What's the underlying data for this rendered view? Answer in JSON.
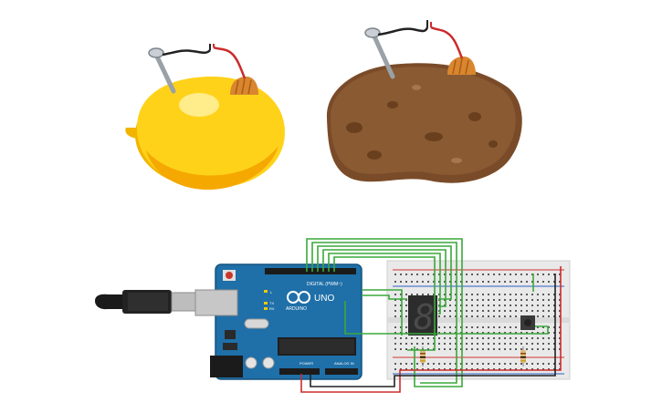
{
  "board": {
    "logo_text": "UNO",
    "brand_text": "ARDUINO",
    "digital_label": "DIGITAL (PWM~)",
    "power_label": "POWER",
    "analog_label": "ANALOG IN",
    "tx_label": "TX",
    "rx_label": "RX",
    "l_label": "L"
  },
  "display": {
    "digit": "8"
  },
  "colors": {
    "wire_green": "#3aa83a",
    "wire_red": "#cc2b2b",
    "wire_black": "#222222",
    "board_blue": "#1f6fa8",
    "lemon": "#ffd21a",
    "potato": "#8a5a33",
    "copper": "#d9862e"
  }
}
